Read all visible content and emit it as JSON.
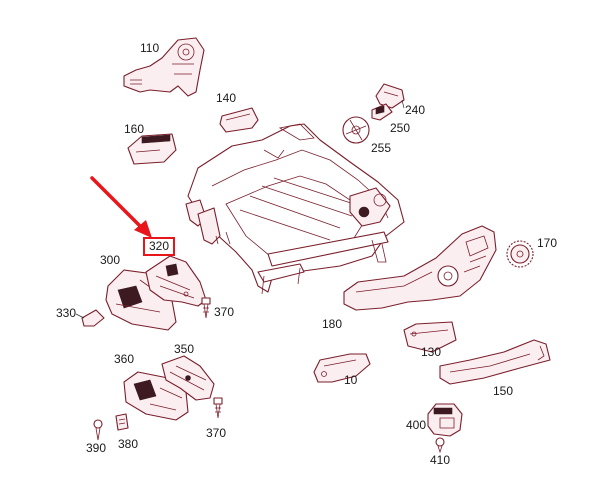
{
  "callout_color": "#e8151b",
  "part_color": "#7a1f2c",
  "highlighted_part": "320",
  "labels": {
    "p10": "10",
    "p110": "110",
    "p130": "130",
    "p140": "140",
    "p150": "150",
    "p160": "160",
    "p170": "170",
    "p180": "180",
    "p240": "240",
    "p250": "250",
    "p255": "255",
    "p300": "300",
    "p320": "320",
    "p330": "330",
    "p350": "350",
    "p360": "360",
    "p370a": "370",
    "p370b": "370",
    "p380": "380",
    "p390": "390",
    "p400": "400",
    "p410": "410"
  }
}
